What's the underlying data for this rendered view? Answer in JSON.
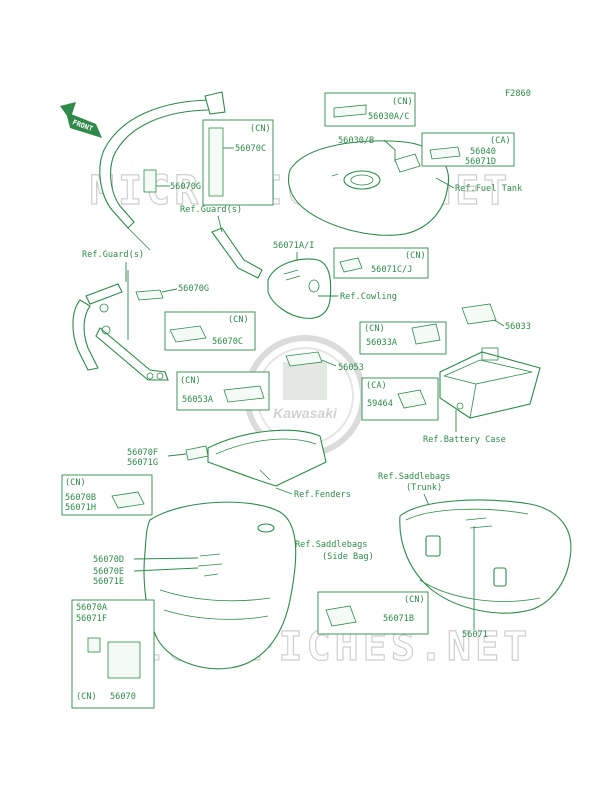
{
  "drawing_code": "F2860",
  "watermark": "MICROFICHES.NET",
  "center_logo": "Kawasaki",
  "front_arrow": "FRONT",
  "labels": {
    "cn1": "(CN)",
    "p56030ac": "56030A/C",
    "p56030b": "56030/B",
    "ca1": "(CA)",
    "p56040": "56040",
    "p56071d": "56071D",
    "ref_fuel_tank": "Ref.Fuel Tank",
    "cn2": "(CN)",
    "p56070c_a": "56070C",
    "p56070g_a": "56070G",
    "ref_guards_a": "Ref.Guard(s)",
    "ref_guards_b": "Ref.Guard(s)",
    "p56071ai": "56071A/I",
    "cn3": "(CN)",
    "p56071cj": "56071C/J",
    "ref_cowling": "Ref.Cowling",
    "p56070g_b": "56070G",
    "cn4": "(CN)",
    "p56070c_b": "56070C",
    "p56033": "56033",
    "cn5": "(CN)",
    "p56033a": "56033A",
    "p56053": "56053",
    "cn6": "(CN)",
    "p56053a": "56053A",
    "ca2": "(CA)",
    "p59464": "59464",
    "ref_battery_case": "Ref.Battery Case",
    "p56070f": "56070F",
    "p56071g": "56071G",
    "cn7": "(CN)",
    "p56070b": "56070B",
    "p56071h": "56071H",
    "ref_fenders": "Ref.Fenders",
    "ref_saddlebags_trunk": "Ref.Saddlebags",
    "trunk": "(Trunk)",
    "ref_saddlebags_side": "Ref.Saddlebags",
    "side_bag": "(Side Bag)",
    "p56070d": "56070D",
    "p56070e": "56070E",
    "p56071e": "56071E",
    "p56070a": "56070A",
    "p56071f": "56071F",
    "cn8": "(CN)",
    "p56070": "56070",
    "cn9": "(CN)",
    "p56071b": "56071B",
    "p56071": "56071"
  },
  "colors": {
    "ink": "#2f8a4a",
    "watermark": "#cfcfcf"
  }
}
